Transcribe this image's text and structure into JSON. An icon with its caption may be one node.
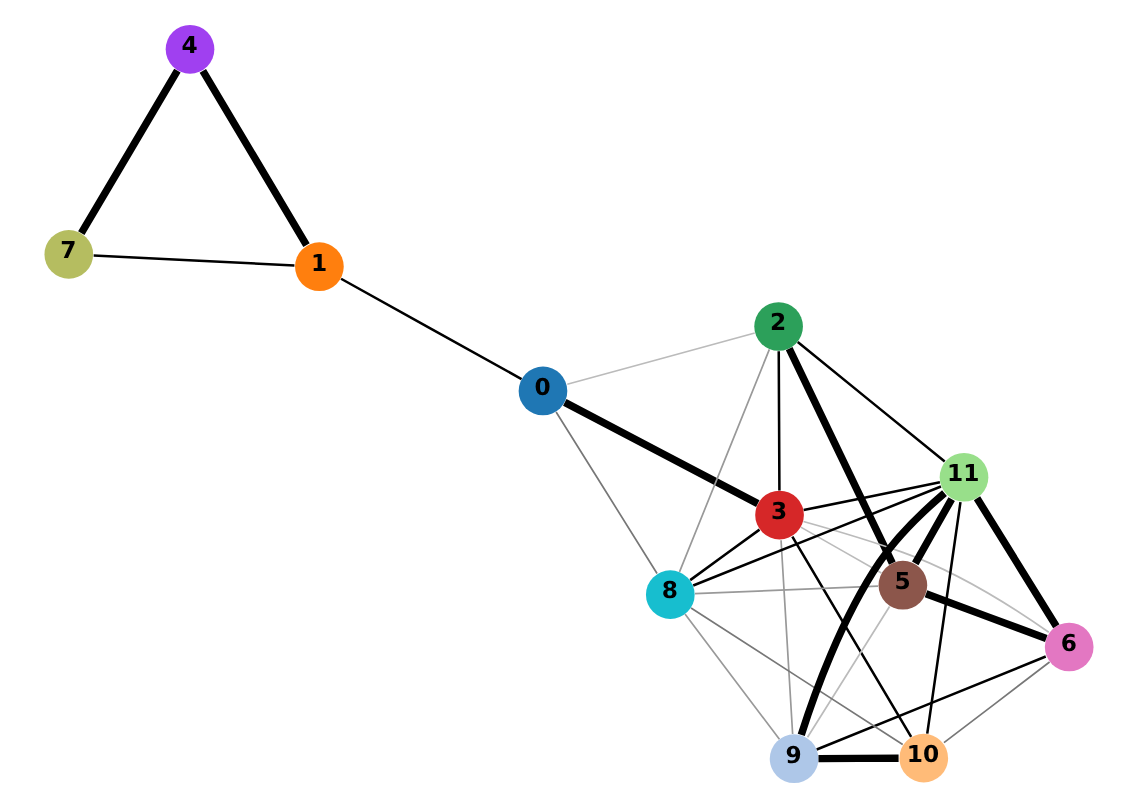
{
  "diagram": {
    "nodes": [
      {
        "text": [
          "0"
        ]
      },
      {
        "text": [
          "1"
        ]
      },
      {
        "text": [
          "2"
        ]
      },
      {
        "text": [
          "3"
        ]
      },
      {
        "text": [
          "4"
        ]
      },
      {
        "text": [
          "5"
        ]
      },
      {
        "text": [
          "6"
        ]
      },
      {
        "text": [
          "7"
        ]
      },
      {
        "text": [
          "8"
        ]
      },
      {
        "text": [
          "9"
        ]
      },
      {
        "text": [
          "10"
        ]
      },
      {
        "text": [
          "11"
        ]
      }
    ],
    "edges": [
      {
        "from": 0,
        "to": 1,
        "arrow": "none"
      },
      {
        "from": 0,
        "to": 3,
        "arrow": "none",
        "style": "thick"
      },
      {
        "from": 0,
        "to": 2,
        "arrow": "none",
        "color": "#bbbbbb"
      },
      {
        "from": 0,
        "to": 8,
        "arrow": "none",
        "color": "#777777"
      },
      {
        "from": 1,
        "to": 7,
        "arrow": "none"
      },
      {
        "from": 1,
        "to": 4,
        "arrow": "none",
        "style": "thick"
      },
      {
        "from": 7,
        "to": 4,
        "arrow": "none",
        "style": "thick"
      },
      {
        "from": 2,
        "to": 5,
        "arrow": "none",
        "style": "thick"
      },
      {
        "from": 5,
        "to": 6,
        "arrow": "none",
        "style": "thick"
      },
      {
        "from": 5,
        "to": 11,
        "arrow": "none",
        "style": "thick"
      },
      {
        "from": 6,
        "to": 11,
        "arrow": "none",
        "style": "thick"
      },
      {
        "from": 11,
        "to": 9,
        "arrow": "none",
        "style": "thick"
      },
      {
        "from": 2,
        "to": 11,
        "arrow": "none"
      },
      {
        "from": 9,
        "to": 10,
        "arrow": "none",
        "style": "thick"
      },
      {
        "from": 6,
        "to": 9,
        "arrow": "none"
      },
      {
        "from": 6,
        "to": 10,
        "arrow": "none",
        "color": "#777777"
      },
      {
        "from": 5,
        "to": 9,
        "arrow": "none",
        "color": "#bbbbbb"
      },
      {
        "from": 5,
        "to": 8,
        "arrow": "none",
        "color": "#999999"
      },
      {
        "from": 5,
        "to": 3,
        "arrow": "none",
        "color": "#bbbbbb"
      },
      {
        "from": 2,
        "to": 3,
        "arrow": "none"
      },
      {
        "from": 2,
        "to": 8,
        "arrow": "none",
        "color": "#999999"
      },
      {
        "from": 11,
        "to": 3,
        "arrow": "none"
      },
      {
        "from": 11,
        "to": 8,
        "arrow": "none"
      },
      {
        "from": 11,
        "to": 10,
        "arrow": "none"
      },
      {
        "from": 3,
        "to": 8,
        "arrow": "none"
      },
      {
        "from": 3,
        "to": 10,
        "arrow": "none"
      },
      {
        "from": 8,
        "to": 10,
        "arrow": "none",
        "color": "#777777"
      },
      {
        "from": 8,
        "to": 9,
        "arrow": "none",
        "color": "#999999"
      },
      {
        "from": 3,
        "to": 6,
        "arrow": "none",
        "color": "#bbbbbb"
      },
      {
        "from": 3,
        "to": 9,
        "arrow": "none",
        "color": "#999999"
      }
    ]
  }
}
